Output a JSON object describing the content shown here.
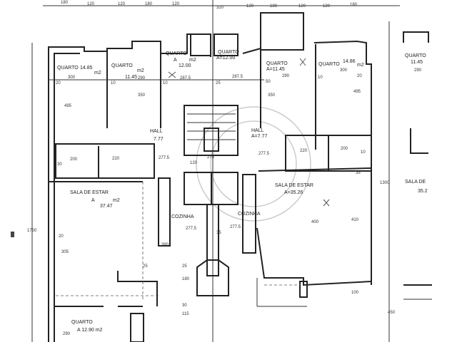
{
  "plan": {
    "rooms": [
      {
        "name": "QUARTO",
        "area": "14.85",
        "unit": "m2",
        "width": "300"
      },
      {
        "name": "QUARTO",
        "area": "11.45",
        "unit": "m2",
        "width": "290"
      },
      {
        "name": "QUARTO",
        "area": "12.00",
        "unit": "m2",
        "width": "287.5"
      },
      {
        "name": "QUARTO",
        "area": "A=12.00",
        "width": "287.5"
      },
      {
        "name": "QUARTO",
        "area": "A=11.45",
        "width": "290"
      },
      {
        "name": "QUARTO",
        "area": "14.86",
        "unit": "m2",
        "width": "300"
      },
      {
        "name": "HALL",
        "area": "7.77",
        "width": "277.5"
      },
      {
        "name": "HALL",
        "area": "A=7.77",
        "width": "277.5"
      },
      {
        "name": "SALA DE ESTAR",
        "area": "37.47",
        "unit": "m2"
      },
      {
        "name": "SALA DE ESTAR",
        "area": "A=35.26",
        "width": "400"
      },
      {
        "name": "COZINHA",
        "width": "277.5"
      },
      {
        "name": "COZINHA",
        "width": "277.5"
      },
      {
        "name": "QUARTO",
        "area": "A 12.90 m2"
      },
      {
        "name": "QUARTO",
        "area": "11.45",
        "width": "290"
      },
      {
        "name": "SALA DE",
        "area": "35.2"
      }
    ],
    "top_dims": [
      "180",
      "120",
      "120",
      "180",
      "120",
      "320",
      "120",
      "180",
      "120",
      "120",
      "180"
    ],
    "dims": {
      "d1": "20",
      "d2": "10",
      "d3": "10",
      "d4": "25",
      "d5": "50",
      "d6": "10",
      "d7": "20",
      "d8": "495",
      "d9": "350",
      "d10": "350",
      "d11": "495",
      "d12": "200",
      "d13": "220",
      "d14": "30",
      "d15": "220",
      "d16": "200",
      "d17": "10",
      "d18": "275",
      "d19": "120",
      "d20": "35",
      "d21": "380",
      "d22": "35",
      "d23": "1750",
      "d24": "1300",
      "d25": "305",
      "d26": "25",
      "d27": "180",
      "d28": "115",
      "d29": "25",
      "d30": "30",
      "d31": "100",
      "d32": "450",
      "d33": "20",
      "d34": "290",
      "d35": "410"
    },
    "a_label": "A"
  }
}
